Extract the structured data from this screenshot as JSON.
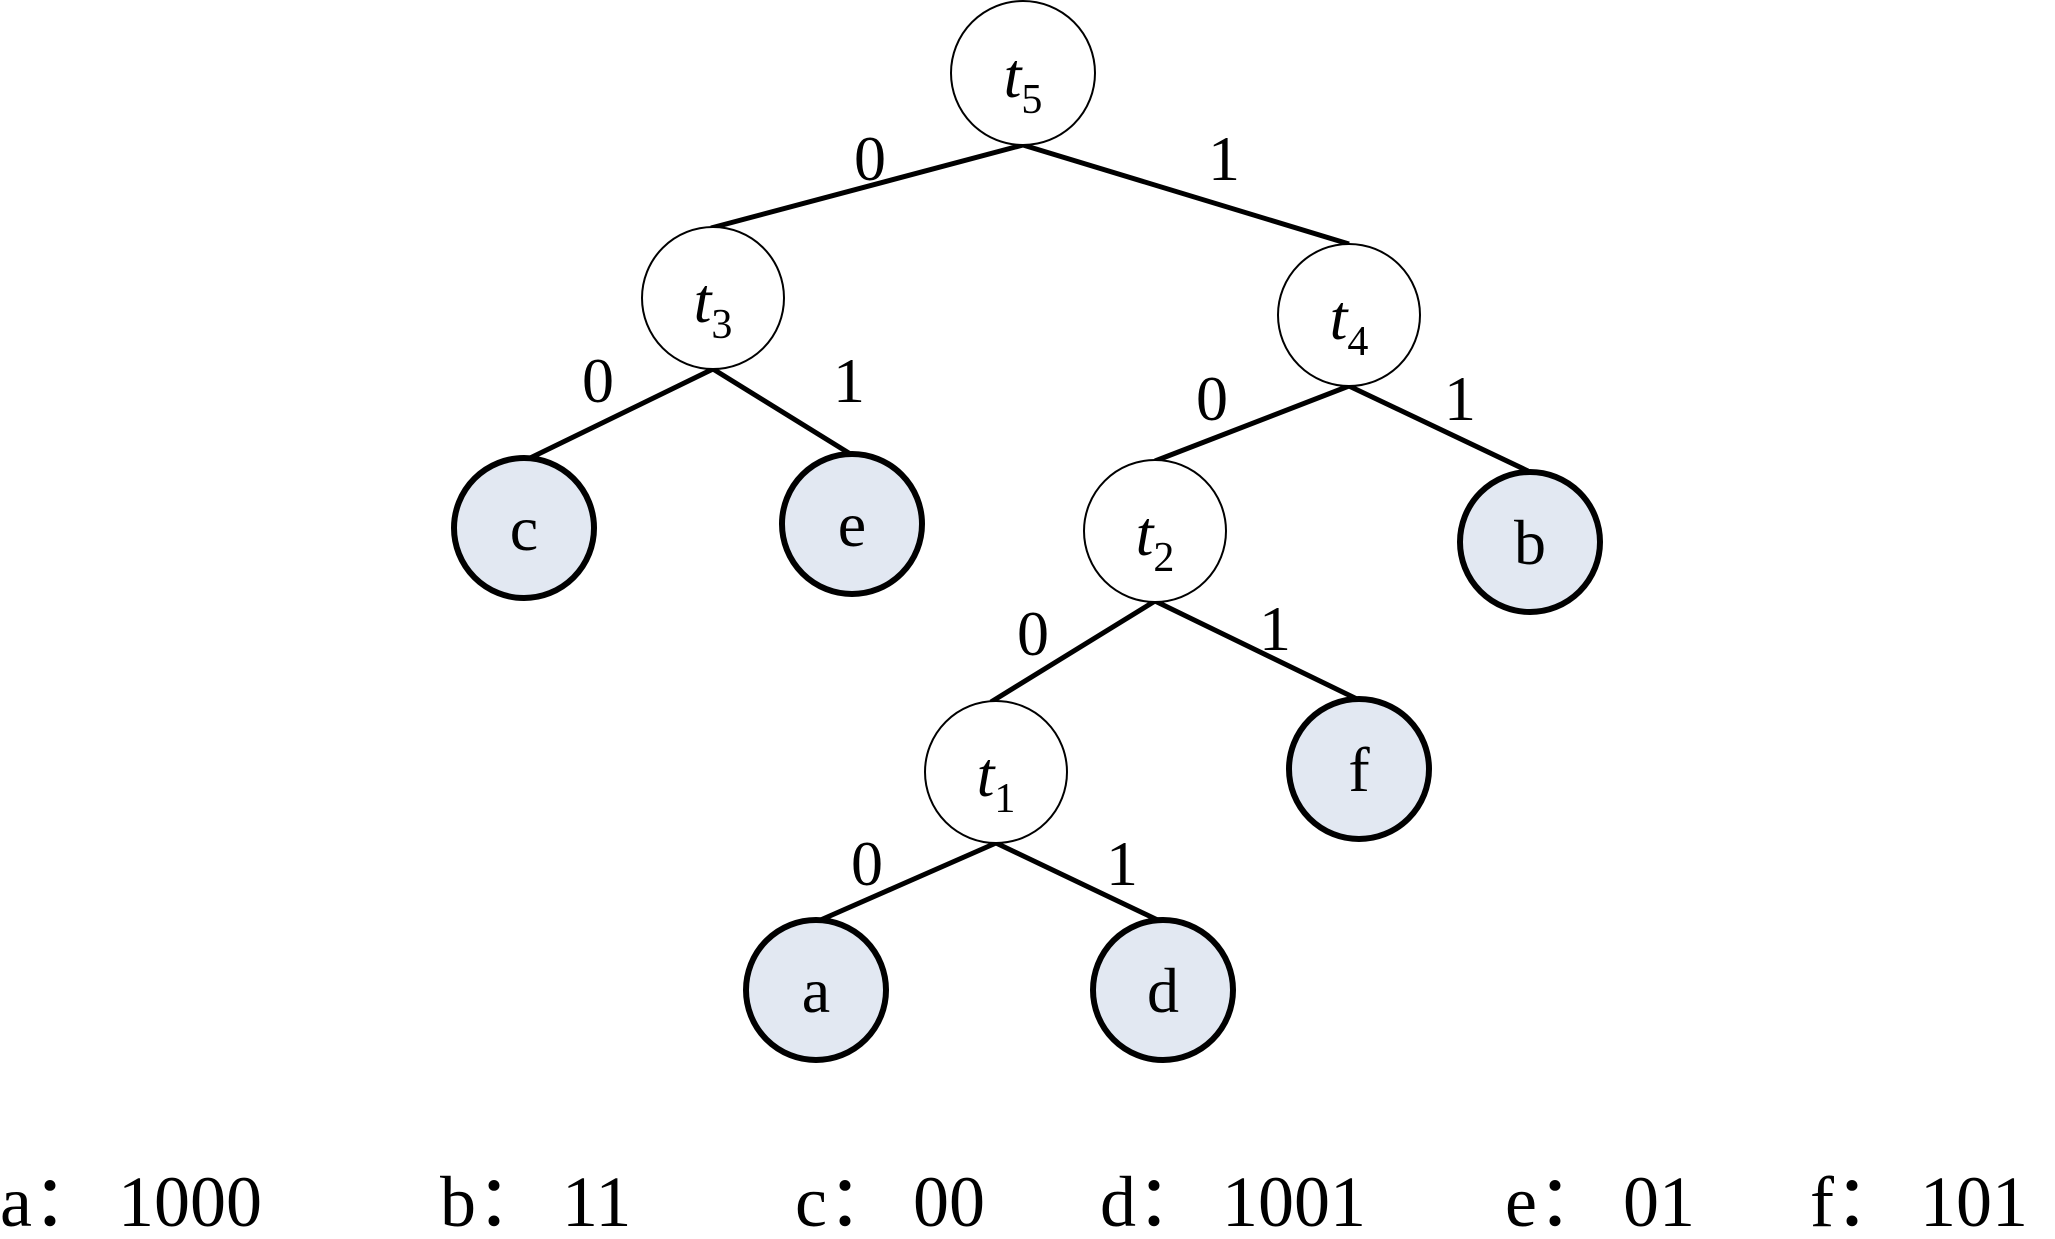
{
  "colors": {
    "line": "#000000",
    "internal_fill": "#ffffff",
    "leaf_fill": "#e2e8f2",
    "background": "#ffffff"
  },
  "nodes": {
    "t5": {
      "base": "t",
      "sub": "5",
      "kind": "internal"
    },
    "t3": {
      "base": "t",
      "sub": "3",
      "kind": "internal"
    },
    "t4": {
      "base": "t",
      "sub": "4",
      "kind": "internal"
    },
    "t2": {
      "base": "t",
      "sub": "2",
      "kind": "internal"
    },
    "t1": {
      "base": "t",
      "sub": "1",
      "kind": "internal"
    },
    "c": {
      "label": "c",
      "kind": "leaf"
    },
    "e": {
      "label": "e",
      "kind": "leaf"
    },
    "b": {
      "label": "b",
      "kind": "leaf"
    },
    "f": {
      "label": "f",
      "kind": "leaf"
    },
    "a": {
      "label": "a",
      "kind": "leaf"
    },
    "d": {
      "label": "d",
      "kind": "leaf"
    }
  },
  "edges": [
    {
      "from": "t5",
      "to": "t3",
      "bit": "0"
    },
    {
      "from": "t5",
      "to": "t4",
      "bit": "1"
    },
    {
      "from": "t3",
      "to": "c",
      "bit": "0"
    },
    {
      "from": "t3",
      "to": "e",
      "bit": "1"
    },
    {
      "from": "t4",
      "to": "t2",
      "bit": "0"
    },
    {
      "from": "t4",
      "to": "b",
      "bit": "1"
    },
    {
      "from": "t2",
      "to": "t1",
      "bit": "0"
    },
    {
      "from": "t2",
      "to": "f",
      "bit": "1"
    },
    {
      "from": "t1",
      "to": "a",
      "bit": "0"
    },
    {
      "from": "t1",
      "to": "d",
      "bit": "1"
    }
  ],
  "codes": [
    {
      "symbol": "a",
      "sep": "：",
      "code": "1000"
    },
    {
      "symbol": "b",
      "sep": "：",
      "code": "11"
    },
    {
      "symbol": "c",
      "sep": "：",
      "code": "00"
    },
    {
      "symbol": "d",
      "sep": "：",
      "code": "1001"
    },
    {
      "symbol": "e",
      "sep": "：",
      "code": "01"
    },
    {
      "symbol": "f",
      "sep": "：",
      "code": "101"
    }
  ]
}
